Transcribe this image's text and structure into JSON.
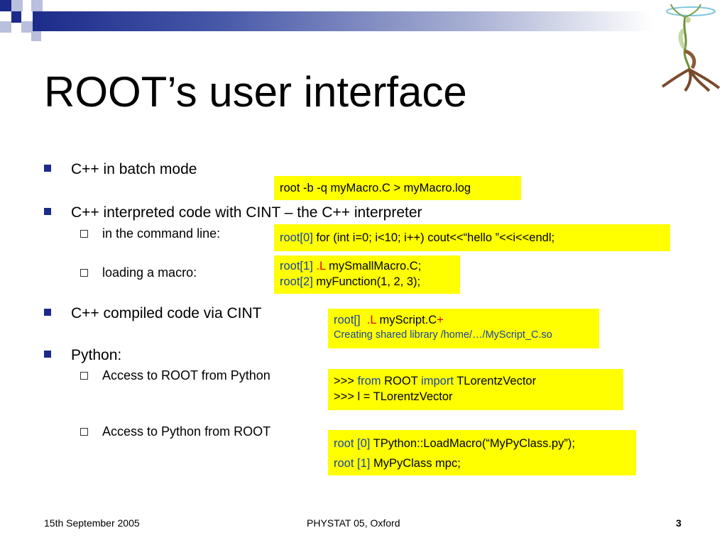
{
  "slide": {
    "title": "ROOT’s user interface"
  },
  "bullets": {
    "batch": "C++ in batch mode",
    "interpreted": "C++ interpreted code with CINT – the C++ interpreter",
    "command_line": "in the command line:",
    "loading_macro": "loading a macro:",
    "compiled": "C++ compiled code via CINT",
    "python": "Python:",
    "access_root_from_python": "Access to ROOT from Python",
    "access_python_from_root": "Access to Python from ROOT"
  },
  "boxes": {
    "batch_cmd": "root -b -q myMacro.C > myMacro.log",
    "cmdline": {
      "prompt": "root[0]",
      "code": " for (int i=0; i<10; i++) cout<<“hello ”<<i<<endl;"
    },
    "macro": {
      "prompt1": "root[1]",
      "dotL": ".L",
      "code1": " mySmallMacro.C;",
      "prompt2": "root[2]",
      "code2": " myFunction(1, 2, 3);"
    },
    "compiled": {
      "prompt": "root[]",
      "dotL": ".L",
      "file": " myScript.C",
      "plus": "+",
      "message": "Creating shared library /home/…/MyScript_C.so"
    },
    "python": {
      "line1_prefix": ">>>",
      "line1_from": "from",
      "line1_module": " ROOT ",
      "line1_import": "import",
      "line1_class": " TLorentzVector",
      "line2": ">>> l = TLorentzVector"
    },
    "pyroot": {
      "prompt1": "root [0]",
      "code1": " TPython::LoadMacro(“MyPyClass.py”);",
      "prompt2": "root [1]",
      "code2": " MyPyClass mpc;"
    }
  },
  "footer": {
    "date": "15th September 2005",
    "event": "PHYSTAT 05, Oxford",
    "page": "3"
  },
  "colors": {
    "accent": "#1c2a8a",
    "highlight": "#ffff00",
    "prompt_blue": "#1a44a6",
    "keyword_red": "#e0001b"
  },
  "icons": {
    "logo": "root-tree-figure-logo",
    "bullet_level1": "filled-square-bullet",
    "bullet_level2": "hollow-square-bullet"
  }
}
